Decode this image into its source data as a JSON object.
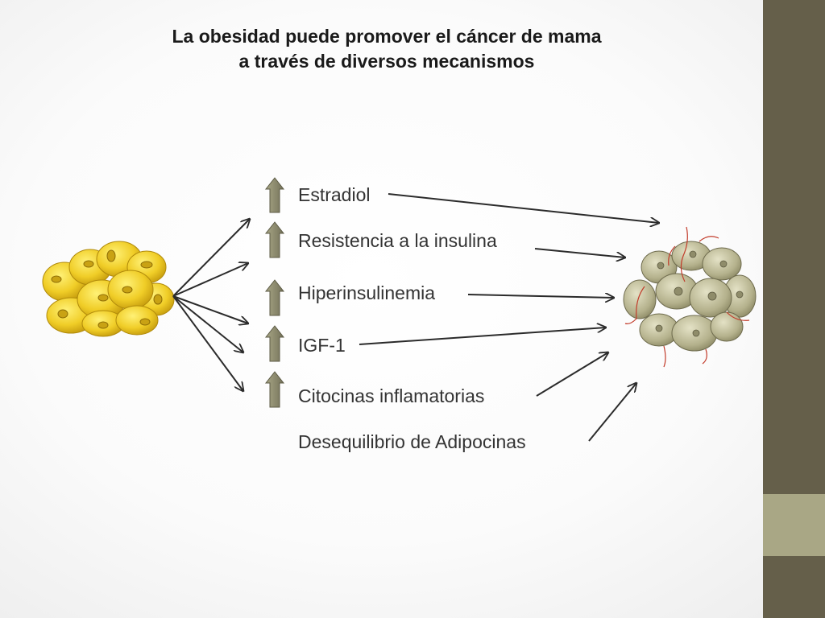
{
  "title": {
    "line1": "La obesidad puede promover el cáncer de mama",
    "line2": "a través de diversos mecanismos"
  },
  "mechanisms": [
    {
      "label": "Estradiol",
      "increased": true
    },
    {
      "label": "Resistencia a la insulina",
      "increased": true
    },
    {
      "label": "Hiperinsulinemia",
      "increased": true
    },
    {
      "label": "IGF-1",
      "increased": true
    },
    {
      "label": "Citocinas inflamatorias",
      "increased": true
    },
    {
      "label": "Desequilibrio de Adipocinas",
      "increased": false
    }
  ],
  "icons": [
    "fat-cells-illustration",
    "tumor-cells-illustration",
    "up-arrow-icon"
  ],
  "colors": {
    "sidebar": "#655f4a",
    "sidebar_accent": "#a9a785",
    "up_arrow": "#8c8a6e",
    "fat_cell": "#e6c21e",
    "tumor": "#b3b08a"
  }
}
